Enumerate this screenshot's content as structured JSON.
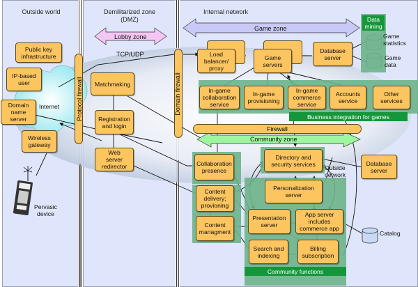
{
  "zones": {
    "outside": "Outside world",
    "dmz": "Demilitarized zone\n(DMZ)",
    "internal": "Internal network"
  },
  "arrows": {
    "lobby_zone": "Lobby zone",
    "game_zone": "Game zone",
    "community_zone": "Community zone"
  },
  "walls": {
    "protocol_firewall": "Protocol firewall",
    "domain_firewall": "Domain firewall",
    "firewall": "Firewall"
  },
  "labels": {
    "tcp_udp": "TCP/UDP",
    "internet": "Internet",
    "pervasive_device": "Pervasic\ndevice",
    "outside_network": "Outside\nnetwork",
    "data_mining": "Data\nmining",
    "game_statistics": "Game\nstatistics",
    "game_data": "Game\ndata",
    "catalog": "Catalog",
    "business_integration": "Business integration for games",
    "community_functions": "Community functions"
  },
  "nodes": {
    "public_key": "Public key\ninfrastructure",
    "ip_user": "IP-based\nuser",
    "dns": "Domain\nname\nserver",
    "wireless": "Wireless\ngateway",
    "matchmaking": "Matchmaking",
    "registration": "Registration\nand login",
    "web_redirector": "Web\nserver\nredirector",
    "load_balancer": "Load\nbalancer/\nproxy",
    "game_servers": "Game\nservers",
    "database_server_top": "Database\nserver",
    "ingame_collab": "In-game\ncollaboration\nservice",
    "ingame_prov": "In-game\nprovisioning",
    "ingame_commerce": "In-game\ncommerce\nservice",
    "accounts": "Accounts\nservice",
    "other_services": "Other\nservices",
    "collab_presence": "Collaboration\npresence",
    "content_delivery": "Content\ndelivery;\nprovioning",
    "content_mgmt": "Content\nmanagment",
    "directory": "Directory and\nsecurity services",
    "database_server_right": "Database\nserver",
    "personalization": "Personalization\nserver",
    "presentation": "Presentation\nserver",
    "app_server": "App server\nincludes\ncommerce app",
    "search": "Search and\nindexing",
    "billing": "Billing\nsubscription"
  },
  "colors": {
    "zone_bg": "#dfe6fb",
    "node": "#fcc55f",
    "green_pad": "#6db38a",
    "green_bar": "#16963a",
    "lobby_arrow": "#f4c6f4",
    "game_arrow": "#c9c9f6",
    "community_arrow": "#9ef79e"
  }
}
